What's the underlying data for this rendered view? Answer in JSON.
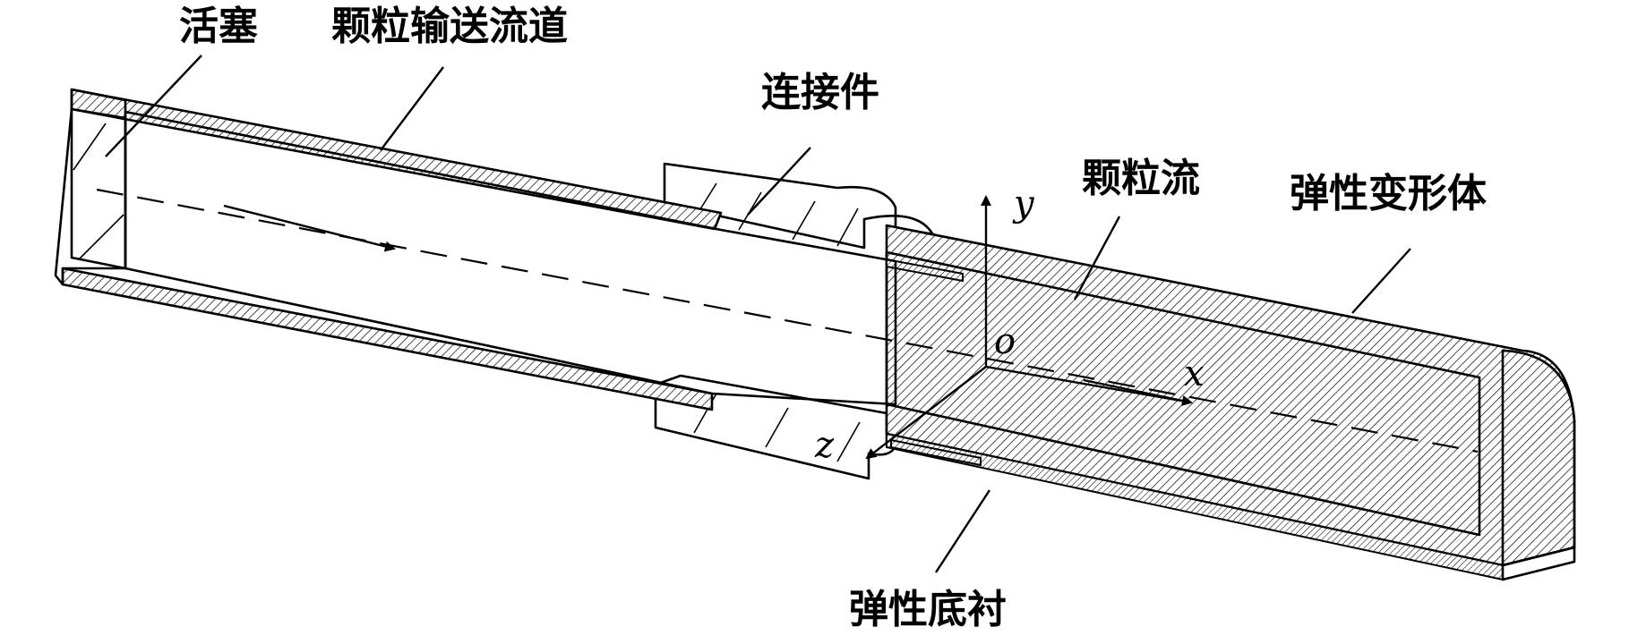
{
  "labels": {
    "piston": "活塞",
    "channel": "颗粒输送流道",
    "connector": "连接件",
    "particle_flow": "颗粒流",
    "elastic_body": "弹性变形体",
    "elastic_liner": "弹性底衬"
  },
  "axes": {
    "x": "x",
    "y": "y",
    "z": "z",
    "origin": "o"
  },
  "colors": {
    "line": "#000000",
    "particle_fill": "#e6e6e6",
    "background": "#ffffff"
  }
}
